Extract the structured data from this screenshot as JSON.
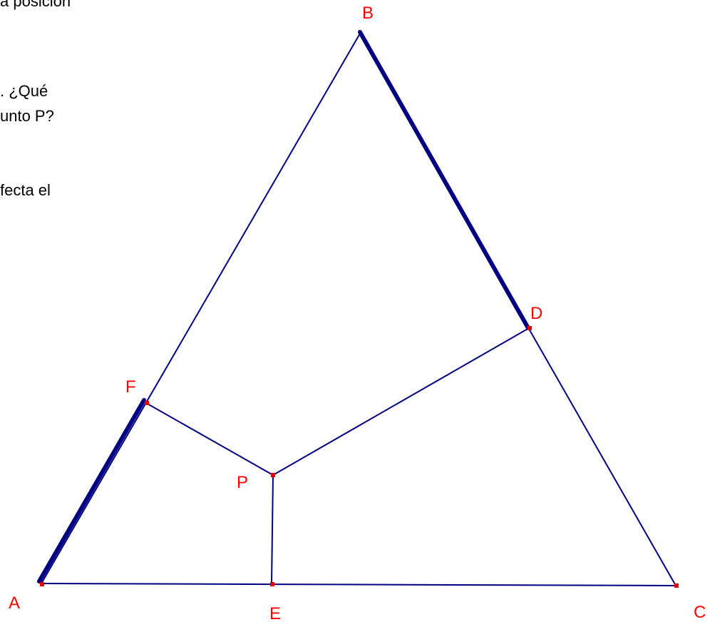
{
  "text_fragments": [
    "a posición",
    ". ¿Qué",
    "unto P?",
    "fecta el"
  ],
  "points": {
    "A": "A",
    "B": "B",
    "C": "C",
    "D": "D",
    "E": "E",
    "F": "F",
    "P": "P"
  },
  "colors": {
    "line": "#000080",
    "label": "#ff0000",
    "point": "#e00000",
    "text": "#000000"
  }
}
